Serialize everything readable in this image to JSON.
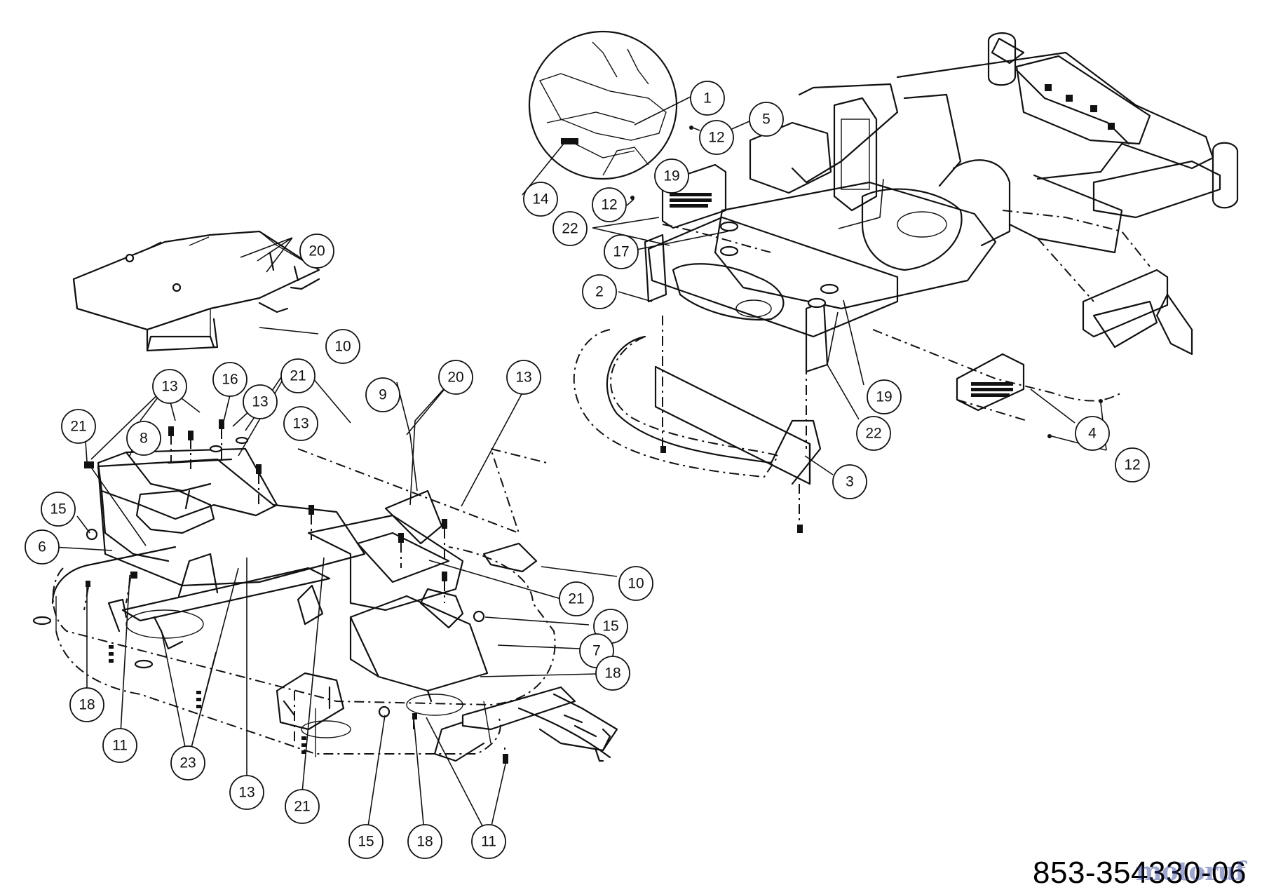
{
  "diagram": {
    "document_number": "853-354330-06",
    "watermark": "motoruf",
    "callouts": {
      "c1": "1",
      "c2": "2",
      "c3": "3",
      "c4": "4",
      "c5": "5",
      "c6": "6",
      "c7": "7",
      "c8": "8",
      "c9": "9",
      "c10a": "10",
      "c10b": "10",
      "c11a": "11",
      "c11b": "11",
      "c12a": "12",
      "c12b": "12",
      "c12c": "12",
      "c13a": "13",
      "c13b": "13",
      "c13c": "13",
      "c13d": "13",
      "c13e": "13",
      "c14": "14",
      "c15a": "15",
      "c15b": "15",
      "c15c": "15",
      "c16": "16",
      "c17": "17",
      "c18a": "18",
      "c18b": "18",
      "c18c": "18",
      "c19a": "19",
      "c19b": "19",
      "c20a": "20",
      "c20b": "20",
      "c21a": "21",
      "c21b": "21",
      "c21c": "21",
      "c21d": "21",
      "c22a": "22",
      "c22b": "22",
      "c23": "23"
    }
  }
}
